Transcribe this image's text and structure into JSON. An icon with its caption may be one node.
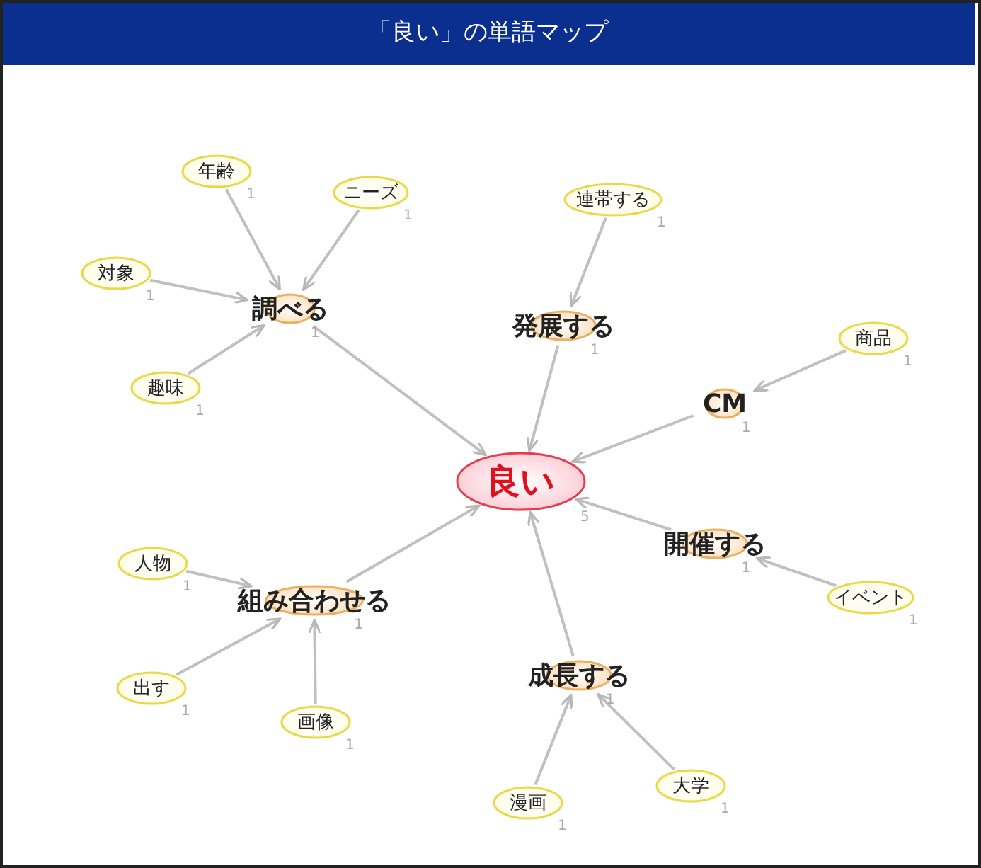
{
  "diagram": {
    "title": "「良い」の単語マップ",
    "nodes": [
      {
        "text": [
          "年齢"
        ],
        "beside": [
          "1"
        ]
      },
      {
        "text": [
          "ニーズ"
        ],
        "beside": [
          "1"
        ]
      },
      {
        "text": [
          "連帯する"
        ],
        "beside": [
          "1"
        ]
      },
      {
        "text": [
          "対象"
        ],
        "beside": [
          "1"
        ]
      },
      {
        "text": [
          "調べる"
        ],
        "beside": [
          "1"
        ]
      },
      {
        "text": [
          "発展する"
        ],
        "beside": [
          "1"
        ]
      },
      {
        "text": [
          "商品"
        ],
        "beside": [
          "1"
        ]
      },
      {
        "text": [
          "趣味"
        ],
        "beside": [
          "1"
        ]
      },
      {
        "text": [
          "CM"
        ],
        "beside": [
          "1"
        ]
      },
      {
        "text": [
          "良い"
        ],
        "beside": [
          "5"
        ]
      },
      {
        "text": [
          "開催する"
        ],
        "beside": [
          "1"
        ]
      },
      {
        "text": [
          "人物"
        ],
        "beside": [
          "1"
        ]
      },
      {
        "text": [
          "組み合わせる"
        ],
        "beside": [
          "1"
        ]
      },
      {
        "text": [
          "イベント"
        ],
        "beside": [
          "1"
        ]
      },
      {
        "text": [
          "成長する"
        ],
        "beside": [
          "1"
        ]
      },
      {
        "text": [
          "出す"
        ],
        "beside": [
          "1"
        ]
      },
      {
        "text": [
          "画像"
        ],
        "beside": [
          "1"
        ]
      },
      {
        "text": [
          "大学"
        ],
        "beside": [
          "1"
        ]
      },
      {
        "text": [
          "漫画"
        ],
        "beside": [
          "1"
        ]
      }
    ],
    "edges": [
      {
        "from": 0,
        "to": 4,
        "arrow": "to"
      },
      {
        "from": 1,
        "to": 4,
        "arrow": "to"
      },
      {
        "from": 3,
        "to": 4,
        "arrow": "to"
      },
      {
        "from": 7,
        "to": 4,
        "arrow": "to"
      },
      {
        "from": 4,
        "to": 9,
        "arrow": "to"
      },
      {
        "from": 2,
        "to": 5,
        "arrow": "to"
      },
      {
        "from": 5,
        "to": 9,
        "arrow": "to"
      },
      {
        "from": 6,
        "to": 8,
        "arrow": "to"
      },
      {
        "from": 8,
        "to": 9,
        "arrow": "to"
      },
      {
        "from": 13,
        "to": 10,
        "arrow": "to"
      },
      {
        "from": 10,
        "to": 9,
        "arrow": "to"
      },
      {
        "from": 11,
        "to": 12,
        "arrow": "to"
      },
      {
        "from": 15,
        "to": 12,
        "arrow": "to"
      },
      {
        "from": 16,
        "to": 12,
        "arrow": "to"
      },
      {
        "from": 12,
        "to": 9,
        "arrow": "to"
      },
      {
        "from": 18,
        "to": 14,
        "arrow": "to"
      },
      {
        "from": 17,
        "to": 14,
        "arrow": "to"
      },
      {
        "from": 14,
        "to": 9,
        "arrow": "to"
      }
    ]
  }
}
